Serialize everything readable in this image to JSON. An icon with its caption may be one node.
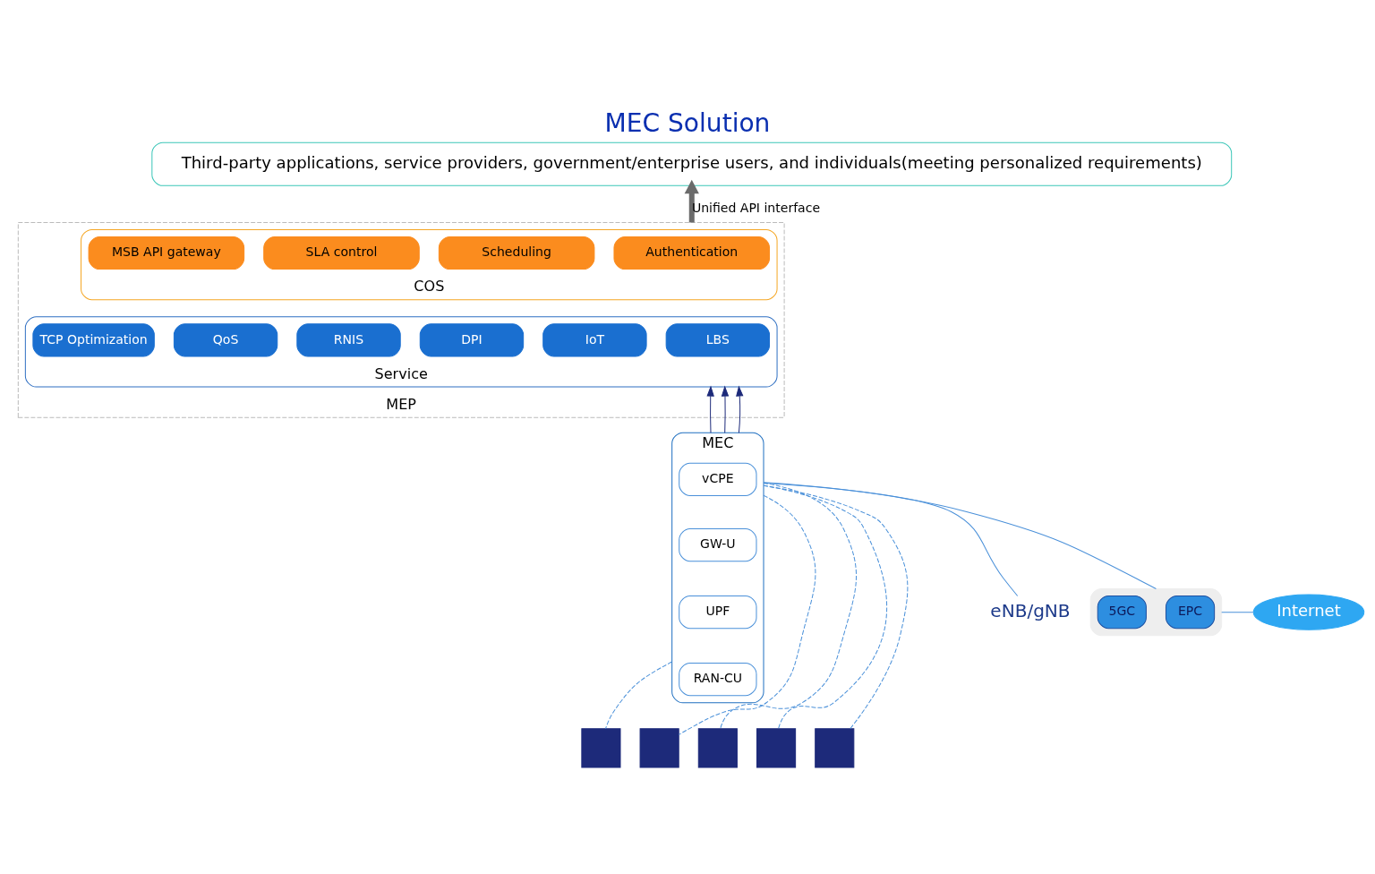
{
  "diagram": {
    "title": "MEC Solution",
    "nodes": [
      {
        "text": [
          "Third-party applications, service providers, government/enterprise users, and individuals(meeting personalized requirements)"
        ]
      },
      {
        "text": [
          "MEP"
        ]
      },
      {
        "text": [
          "COS"
        ],
        "in": 1
      },
      {
        "text": [
          "Authentication"
        ],
        "in": 2
      },
      {
        "text": [
          "Scheduling"
        ],
        "in": 2
      },
      {
        "text": [
          "SLA control"
        ],
        "in": 2
      },
      {
        "text": [
          "MSB API gateway"
        ],
        "in": 2
      },
      {
        "text": [
          "Service"
        ],
        "in": 1
      },
      {
        "text": [
          "LBS"
        ],
        "in": 7
      },
      {
        "text": [
          "IoT"
        ],
        "in": 7
      },
      {
        "text": [
          "DPI"
        ],
        "in": 7
      },
      {
        "text": [
          "RNIS"
        ],
        "in": 7
      },
      {
        "text": [
          "QoS"
        ],
        "in": 7
      },
      {
        "text": [
          "TCP Optimization"
        ],
        "in": 7
      },
      {
        "text": [
          "eNB/gNB"
        ]
      },
      {
        "text": [
          "MEC"
        ]
      },
      {
        "text": [
          "vCPE"
        ],
        "in": 15
      },
      {
        "text": [
          "GW-U"
        ],
        "in": 15
      },
      {
        "text": [
          "UPF"
        ],
        "in": 15
      },
      {
        "text": [
          "RAN-CU"
        ],
        "in": 15
      },
      {
        "text": [],
        "shape": "box"
      },
      {
        "text": [
          "EPC"
        ],
        "in": 20
      },
      {
        "text": [
          "5GC"
        ],
        "in": 20
      },
      {
        "text": [
          "Internet"
        ]
      },
      {
        "text": [],
        "shape": "box"
      },
      {
        "text": [],
        "shape": "box"
      },
      {
        "text": [],
        "shape": "box"
      },
      {
        "text": [],
        "shape": "box"
      },
      {
        "text": [],
        "shape": "box"
      }
    ],
    "edges": [
      {
        "from": 1,
        "to": 0,
        "arrow": "to",
        "label": "Unified API interface",
        "style": "thick",
        "color": "#6b6b6b"
      },
      {
        "from": 15,
        "to": 7,
        "arrow": "to",
        "color": "#1d2a7a"
      },
      {
        "from": 15,
        "to": 7,
        "arrow": "to",
        "color": "#1d2a7a"
      },
      {
        "from": 15,
        "to": 7,
        "arrow": "to",
        "color": "#1d2a7a"
      },
      {
        "from": 14,
        "to": 15,
        "arrow": "none"
      },
      {
        "from": 15,
        "to": 20,
        "arrow": "none"
      },
      {
        "from": 20,
        "to": 23,
        "arrow": "none"
      },
      {
        "from": 15,
        "to": 24,
        "arrow": "none",
        "style": "dashed"
      },
      {
        "from": 15,
        "to": 25,
        "arrow": "none",
        "style": "dashed"
      },
      {
        "from": 15,
        "to": 26,
        "arrow": "none",
        "style": "dashed"
      },
      {
        "from": 15,
        "to": 27,
        "arrow": "none",
        "style": "dashed"
      },
      {
        "from": 15,
        "to": 28,
        "arrow": "none",
        "style": "dashed"
      }
    ]
  }
}
